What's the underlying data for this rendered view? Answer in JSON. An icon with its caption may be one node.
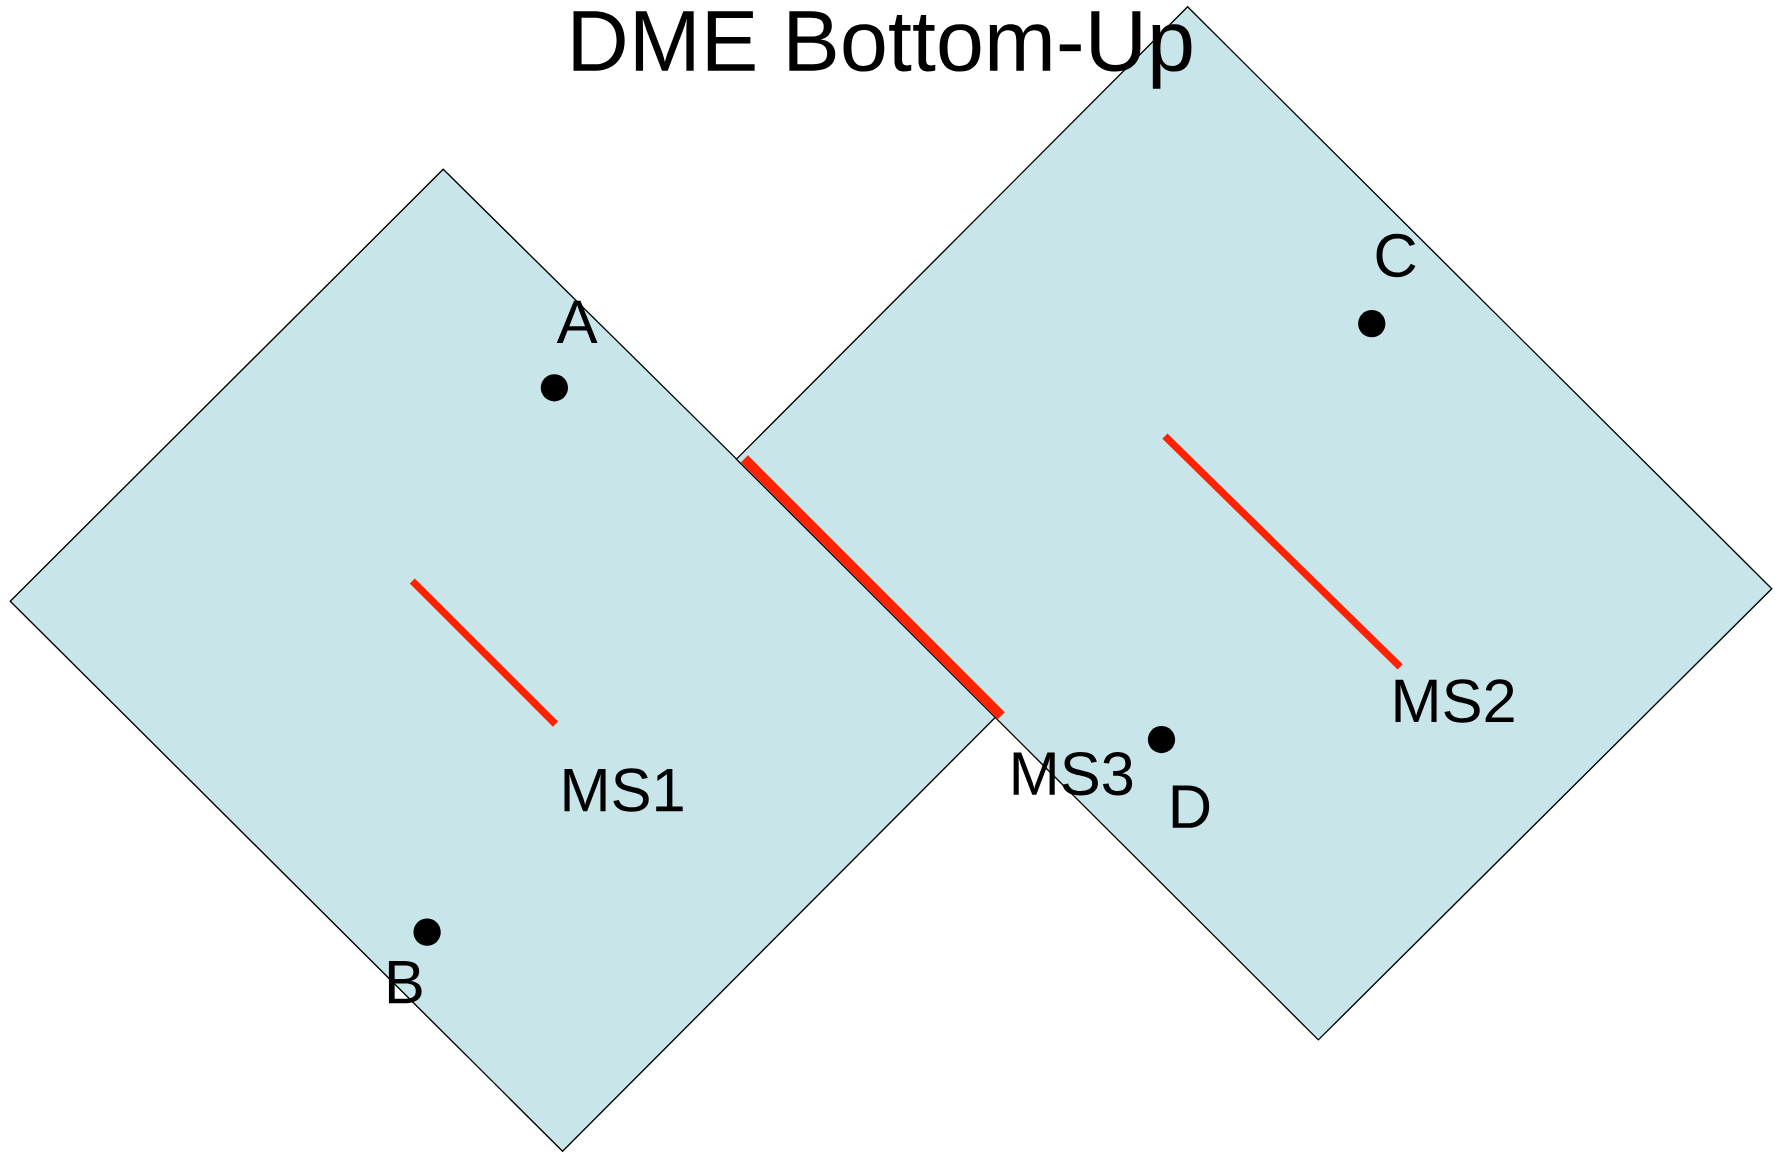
{
  "diagram": {
    "title": "DME Bottom-Up",
    "nodes": [
      {
        "text": [],
        "shape": "diamond"
      },
      {
        "text": [],
        "shape": "diamond"
      },
      {
        "text": [],
        "shape": "circle",
        "beside": [
          "A"
        ],
        "in": 0
      },
      {
        "text": [],
        "shape": "circle",
        "beside": [
          "B"
        ],
        "in": 0
      },
      {
        "text": [],
        "shape": "bar",
        "beside": [
          "MS1"
        ],
        "in": 0
      },
      {
        "text": [],
        "shape": "circle",
        "beside": [
          "C"
        ],
        "in": 1
      },
      {
        "text": [],
        "shape": "circle",
        "beside": [
          "D"
        ],
        "in": 1
      },
      {
        "text": [],
        "shape": "bar",
        "beside": [
          "MS2"
        ],
        "in": 1
      },
      {
        "text": [],
        "shape": "bar",
        "beside": [
          "MS3"
        ],
        "in": 1
      }
    ]
  }
}
